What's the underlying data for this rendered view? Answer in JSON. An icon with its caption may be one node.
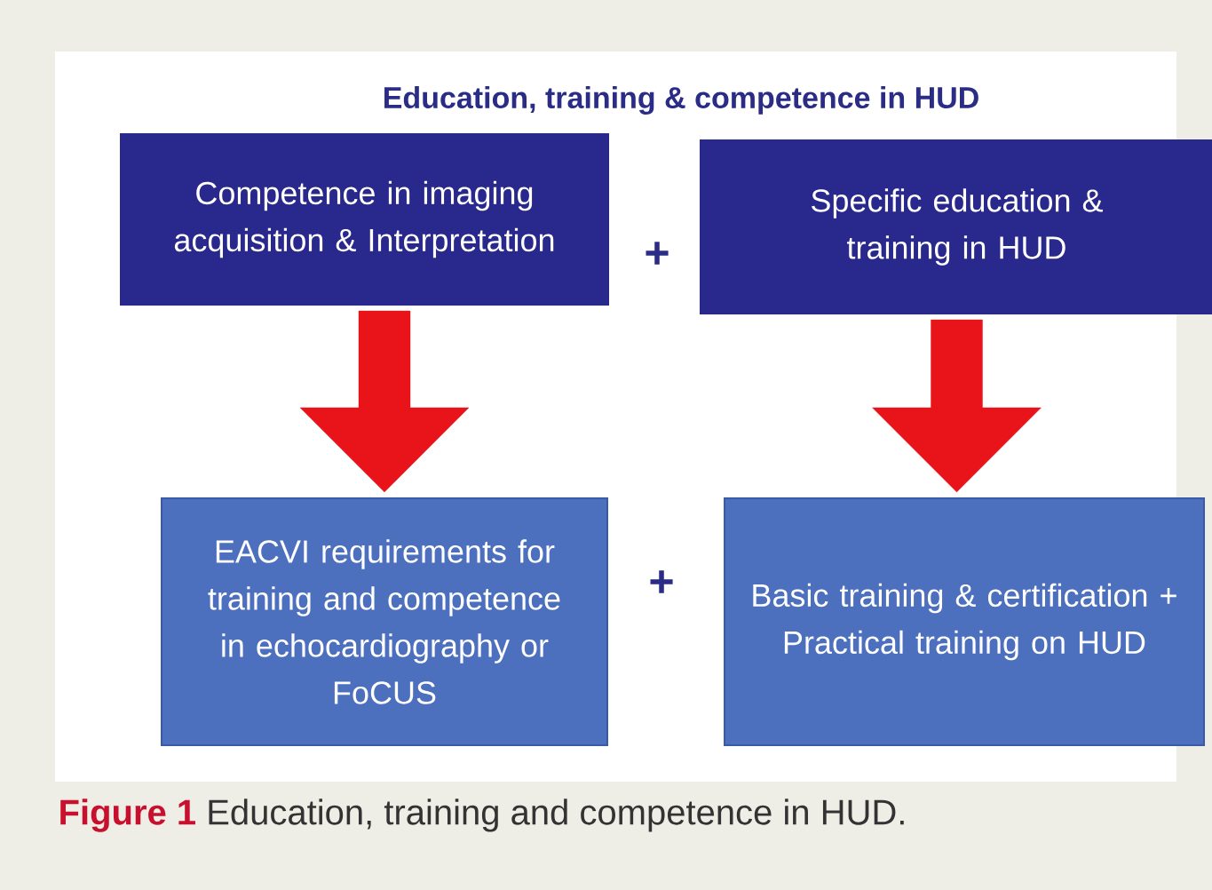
{
  "diagram": {
    "title": "Education, training & competence in HUD",
    "caption": "**Figure 1** Education, training and competence in HUD.",
    "nodes": [
      {
        "text": [
          "Competence in imaging acquisition & Interpretation"
        ]
      },
      {
        "text": [
          "Specific education & training in HUD"
        ]
      },
      {
        "text": [
          "EACVI requirements for training and competence in echocardiography or FoCUS"
        ]
      },
      {
        "text": [
          "Basic training & certification + Practical training on HUD"
        ]
      }
    ],
    "edges": [
      {
        "from": 0,
        "to": 2,
        "arrow": "to"
      },
      {
        "from": 1,
        "to": 3,
        "arrow": "to"
      }
    ],
    "labels": [
      "+",
      "+"
    ]
  }
}
